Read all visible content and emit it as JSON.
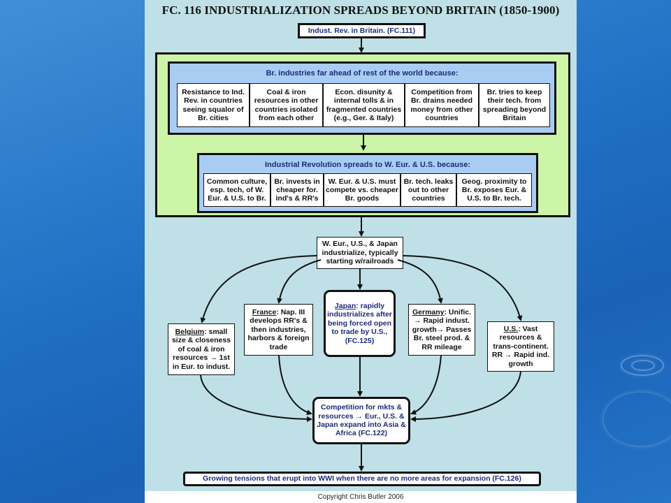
{
  "title": "FC. 116 INDUSTRIALIZATION SPREADS BEYOND BRITAIN (1850-1900)",
  "top_box": "Indust. Rev. in Britain. (FC.111)",
  "panel1": {
    "heading": "Br. industries far ahead of rest of the world because:",
    "cells": [
      "Resistance to Ind. Rev. in countries seeing squalor of Br. cities",
      "Coal & iron resources in other countries isolated from each other",
      "Econ. disunity & internal tolls & in fragmented countries (e.g., Ger. & Italy)",
      "Competition from Br. drains needed money from other countries",
      "Br. tries to keep their tech. from spreading beyond Britain"
    ]
  },
  "panel2": {
    "heading": "Industrial Revolution spreads to W. Eur. & U.S. because:",
    "cells": [
      "Common culture, esp. tech, of W. Eur. & U.S. to Br.",
      "Br. invests in cheaper for. ind's & RR's",
      "W. Eur. & U.S. must compete vs. cheaper Br. goods",
      "Br. tech. leaks out to other countries",
      "Geog. proximity to Br. exposes Eur. & U.S. to Br. tech."
    ]
  },
  "center_box": "W. Eur., U.S., & Japan industrialize, typically starting w/railroads",
  "belgium": {
    "name": "Belgium",
    "text": ": small size & closeness of coal & iron resources → 1st in Eur. to indust."
  },
  "france": {
    "name": "France",
    "text": ": Nap. III develops RR's & then industries, harbors & foreign trade"
  },
  "japan": {
    "name": "Japan",
    "text": ": rapidly industrializes after being forced open to trade by U.S., (FC.125)"
  },
  "germany": {
    "name": "Germany",
    "text": ": Unific. → Rapid indust. growth→ Passes Br. steel prod. & RR mileage"
  },
  "us": {
    "name": "U.S.",
    "text": ": Vast resources & trans-continent. RR → Rapid ind. growth"
  },
  "competition_box": "Competition for mkts & resources → Eur., U.S. & Japan expand into Asia & Africa (FC.122)",
  "bottom_box": "Growing tensions that erupt into WWI when there are no more areas for expansion (FC.126)",
  "footer": "Copyright Chris Butler 2006"
}
